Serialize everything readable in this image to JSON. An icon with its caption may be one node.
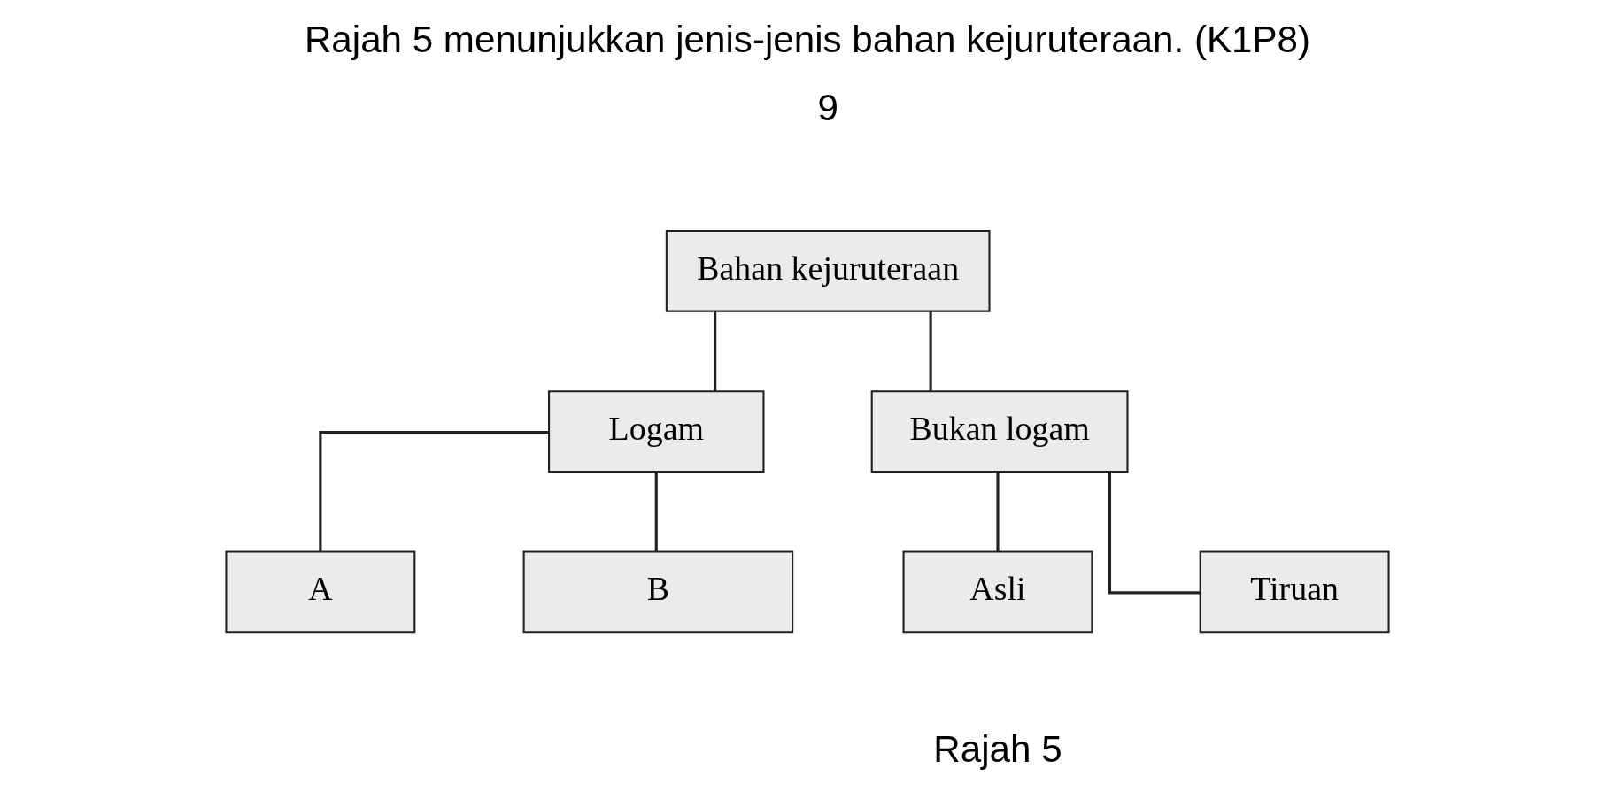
{
  "diagram": {
    "title": "Rajah 5 menunjukkan jenis-jenis bahan kejuruteraan. (K1P8)",
    "caption": "Rajah 5",
    "nodes": [
      {
        "text": [
          "Bahan kejuruteraan"
        ]
      },
      {
        "text": [
          "Logam"
        ]
      },
      {
        "text": [
          "Bukan logam"
        ]
      },
      {
        "text": [
          "A"
        ]
      },
      {
        "text": [
          "B"
        ]
      },
      {
        "text": [
          "Asli"
        ]
      },
      {
        "text": [
          "Tiruan"
        ]
      }
    ],
    "edges": [
      {
        "from": 0,
        "to": 1,
        "arrow": "none"
      },
      {
        "from": 0,
        "to": 2,
        "arrow": "none"
      },
      {
        "from": 1,
        "to": 3,
        "arrow": "none"
      },
      {
        "from": 1,
        "to": 4,
        "arrow": "none"
      },
      {
        "from": 2,
        "to": 5,
        "arrow": "none"
      },
      {
        "from": 2,
        "to": 6,
        "arrow": "none"
      }
    ],
    "labels": [
      "9"
    ]
  }
}
